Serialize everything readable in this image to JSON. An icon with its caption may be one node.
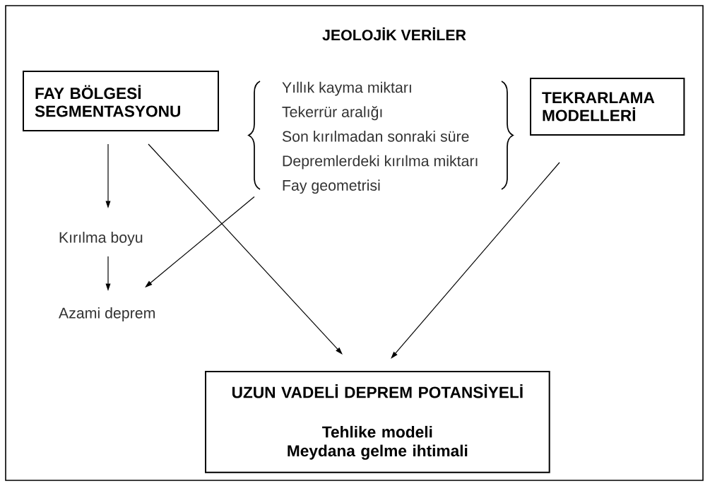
{
  "diagram": {
    "title": "JEOLOJİK VERİLER",
    "nodes": [
      {
        "text": [
          "FAY BÖLGESİ SEGMENTASYONU"
        ]
      },
      {
        "text": [
          "Yıllık kayma miktarı",
          "Tekerrür aralığı",
          "Son kırılmadan sonraki süre",
          "Depremlerdeki kırılma miktarı",
          "Fay geometrisi"
        ]
      },
      {
        "text": [
          "TEKRARLAMA MODELLERİ"
        ]
      },
      {
        "text": [
          "Kırılma boyu"
        ]
      },
      {
        "text": [
          "Azami deprem"
        ]
      },
      {
        "text": [
          "UZUN VADELİ DEPREM POTANSİYELİ",
          "Tehlike modeli",
          "Meydana gelme ihtimali"
        ]
      }
    ],
    "edges": [
      {
        "from": 0,
        "to": 3,
        "arrow": "to"
      },
      {
        "from": 3,
        "to": 4,
        "arrow": "to"
      },
      {
        "from": 1,
        "to": 4,
        "arrow": "to"
      },
      {
        "from": 0,
        "to": 5,
        "arrow": "to"
      },
      {
        "from": 2,
        "to": 5,
        "arrow": "to"
      }
    ]
  }
}
